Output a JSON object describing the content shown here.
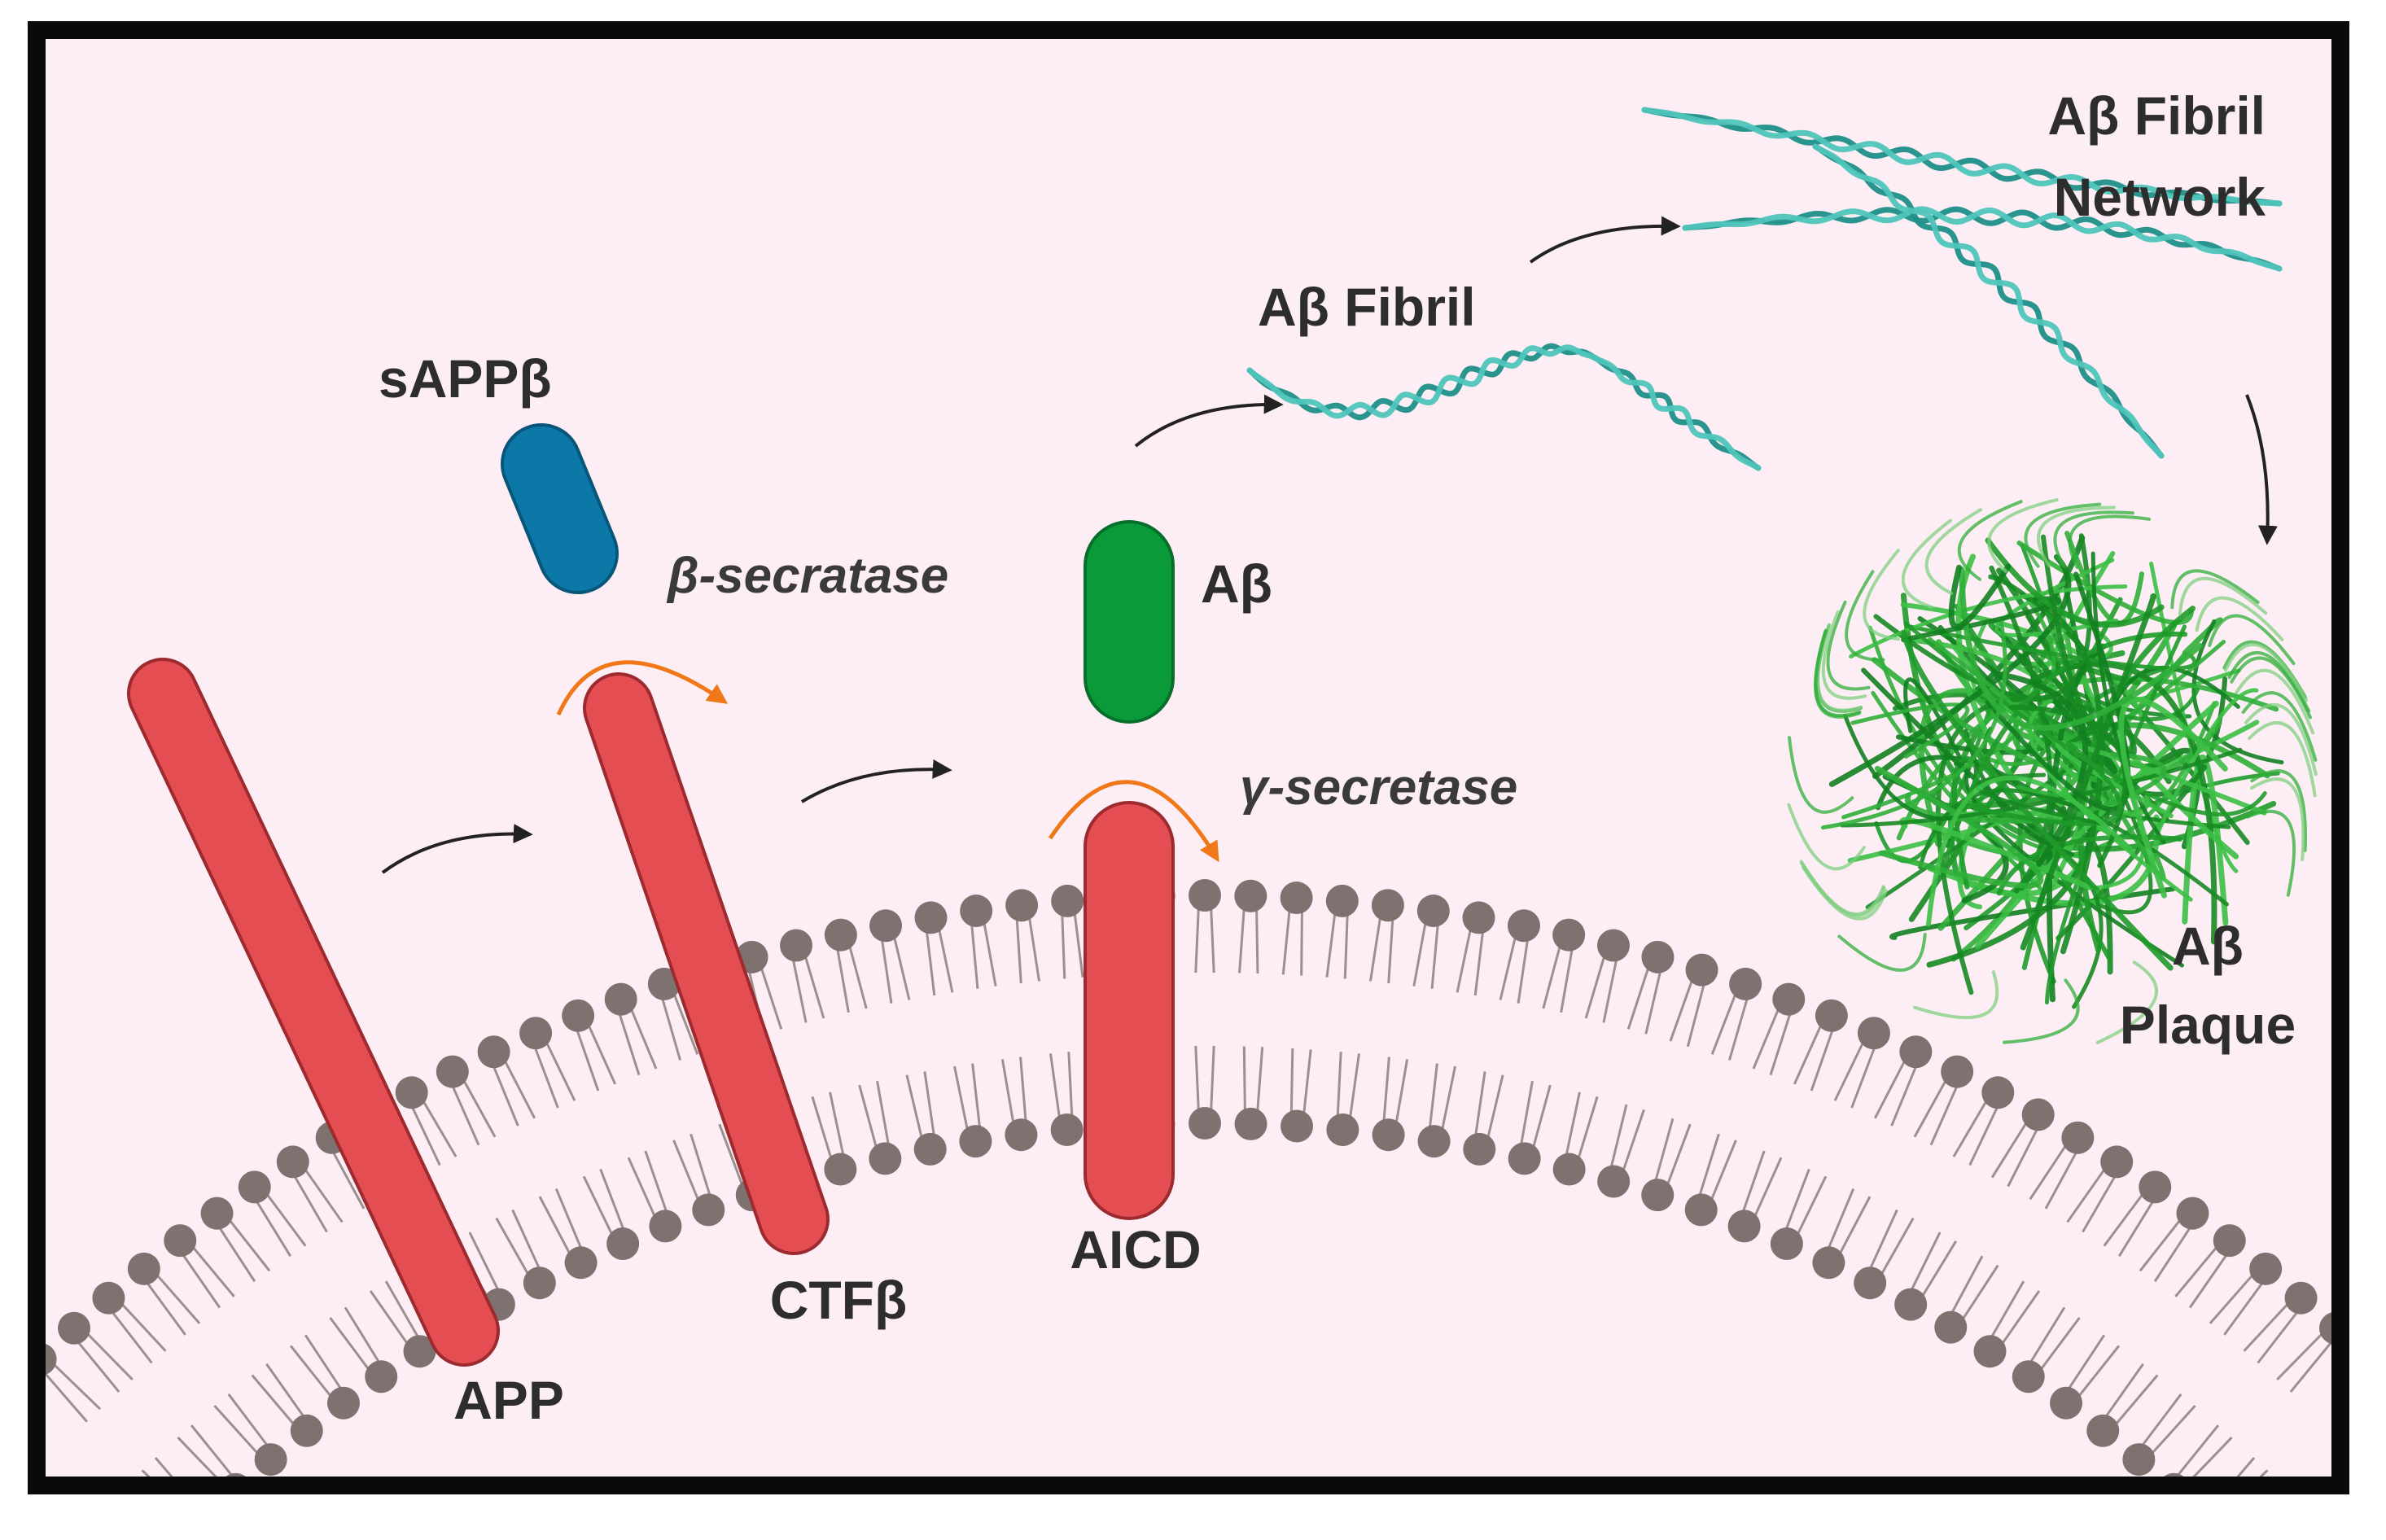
{
  "labels": {
    "sappb": "sAPPβ",
    "beta_secretase": "β-secratase",
    "abeta": "Aβ",
    "gamma_secretase": "γ-secretase",
    "abeta_fibril": "Aβ Fibril",
    "network_line1": "Aβ Fibril",
    "network_line2": "Network",
    "plaque_line1": "Aβ",
    "plaque_line2": "Plaque",
    "app": "APP",
    "ctfb": "CTFβ",
    "aicd": "AICD"
  },
  "colors": {
    "background": "#fdeef5",
    "frame": "#0a0a0a",
    "membrane_head": "#7d726f",
    "membrane_tail": "#9a908d",
    "app_red": "#e44d52",
    "app_outline": "#9c2a2e",
    "sappb_blue": "#0b78a8",
    "abeta_green": "#0a9a3a",
    "fibril_teal": "#2aa8a0",
    "plaque_green": "#1f9a2a",
    "enzyme_arrow": "#f07818",
    "step_arrow": "#222222"
  }
}
